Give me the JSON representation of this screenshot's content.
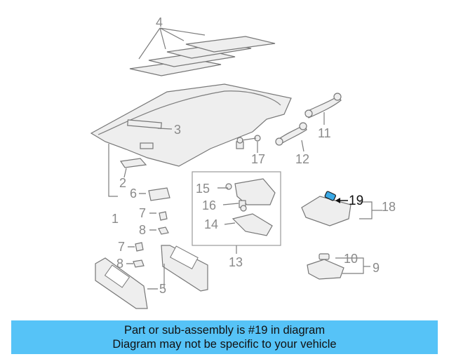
{
  "callouts": {
    "c1": "1",
    "c2": "2",
    "c3": "3",
    "c4": "4",
    "c5": "5",
    "c6": "6",
    "c7a": "7",
    "c7b": "7",
    "c8a": "8",
    "c8b": "8",
    "c9": "9",
    "c10": "10",
    "c11": "11",
    "c12": "12",
    "c13": "13",
    "c14": "14",
    "c15": "15",
    "c16": "16",
    "c17": "17",
    "c18": "18",
    "c19": "19"
  },
  "highlighted_part": "19",
  "banner": {
    "line1": "Part or sub-assembly is #19 in diagram",
    "line2": "Diagram may not be specific to your vehicle",
    "color": "#56c3f7"
  },
  "highlight_color": "#3aa9e6"
}
